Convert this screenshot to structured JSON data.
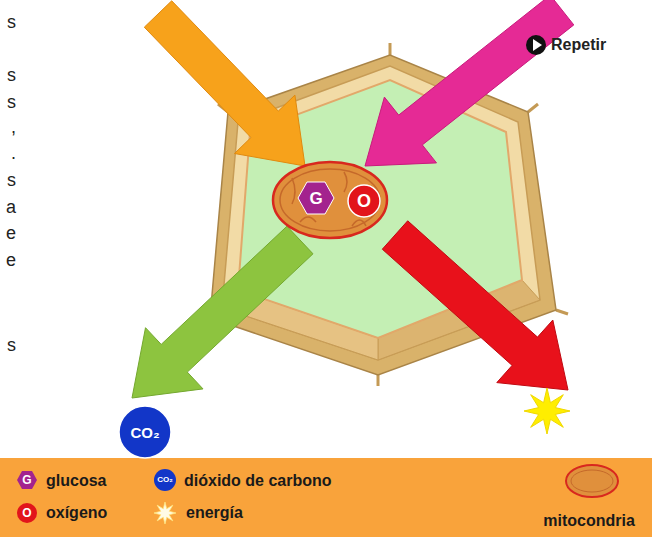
{
  "diagram": {
    "nodes": [
      {
        "text": [
          "G"
        ]
      },
      {
        "text": [
          "O"
        ]
      },
      {
        "text": [
          "CO₂"
        ]
      }
    ],
    "labels": [
      "s",
      "s",
      "s",
      ",",
      ".",
      "s",
      "a",
      "e",
      "e",
      "s",
      "Repetir",
      "G",
      "O",
      "CO₂"
    ],
    "legend": [
      {
        "text": "glucosa"
      },
      {
        "text": "dióxido de carbono"
      },
      {
        "text": "oxígeno"
      },
      {
        "text": "energía"
      },
      {
        "text": "mitocondria"
      }
    ]
  }
}
